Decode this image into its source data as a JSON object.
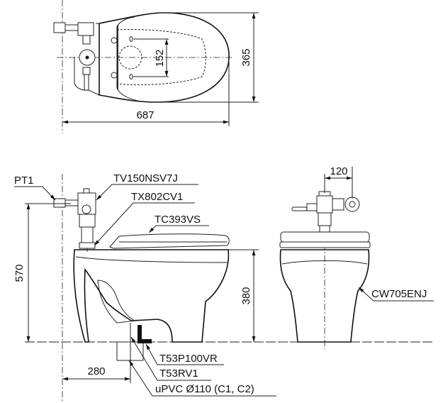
{
  "drawing": {
    "top_view": {
      "dimensions": {
        "length": "687",
        "width": "365",
        "bolt_spacing": "152"
      }
    },
    "side_view": {
      "dimensions": {
        "height_inlet": "570",
        "rim_height": "380",
        "outlet_offset": "280"
      },
      "labels": {
        "pt1": "PT1",
        "flush_valve": "TV150NSV7J",
        "vacuum_breaker": "TX802CV1",
        "seat": "TC393VS",
        "outlet_fitting": "T53P100VR",
        "ring": "T53RV1",
        "pipe": "uPVC Ø110 (C1, C2)"
      }
    },
    "front_view": {
      "dimensions": {
        "valve_offset": "120"
      },
      "labels": {
        "bowl": "CW705ENJ"
      }
    }
  }
}
